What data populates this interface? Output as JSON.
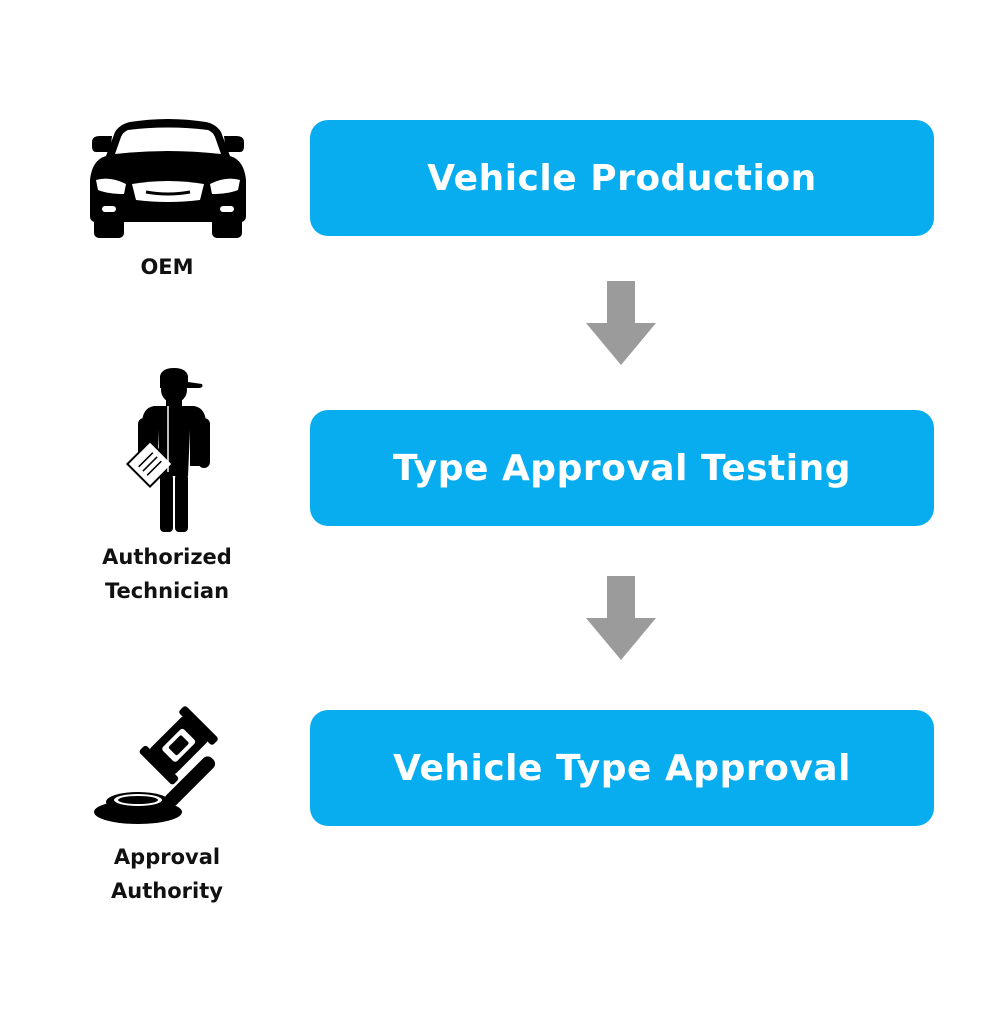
{
  "colors": {
    "step_fill": "#08adef",
    "step_text": "#ffffff",
    "arrow": "#9b9b9b",
    "icon": "#000000",
    "label": "#111111"
  },
  "rows": [
    {
      "actor": {
        "icon": "car-icon",
        "label_lines": [
          "OEM"
        ]
      },
      "step": {
        "label": "Vehicle Production"
      }
    },
    {
      "actor": {
        "icon": "technician-icon",
        "label_lines": [
          "Authorized",
          "Technician"
        ]
      },
      "step": {
        "label": "Type Approval Testing"
      }
    },
    {
      "actor": {
        "icon": "gavel-icon",
        "label_lines": [
          "Approval",
          "Authority"
        ]
      },
      "step": {
        "label": "Vehicle Type Approval"
      }
    }
  ],
  "arrows": [
    {
      "icon": "down-arrow-icon",
      "from": "Vehicle Production",
      "to": "Type Approval Testing"
    },
    {
      "icon": "down-arrow-icon",
      "from": "Type Approval Testing",
      "to": "Vehicle Type Approval"
    }
  ]
}
